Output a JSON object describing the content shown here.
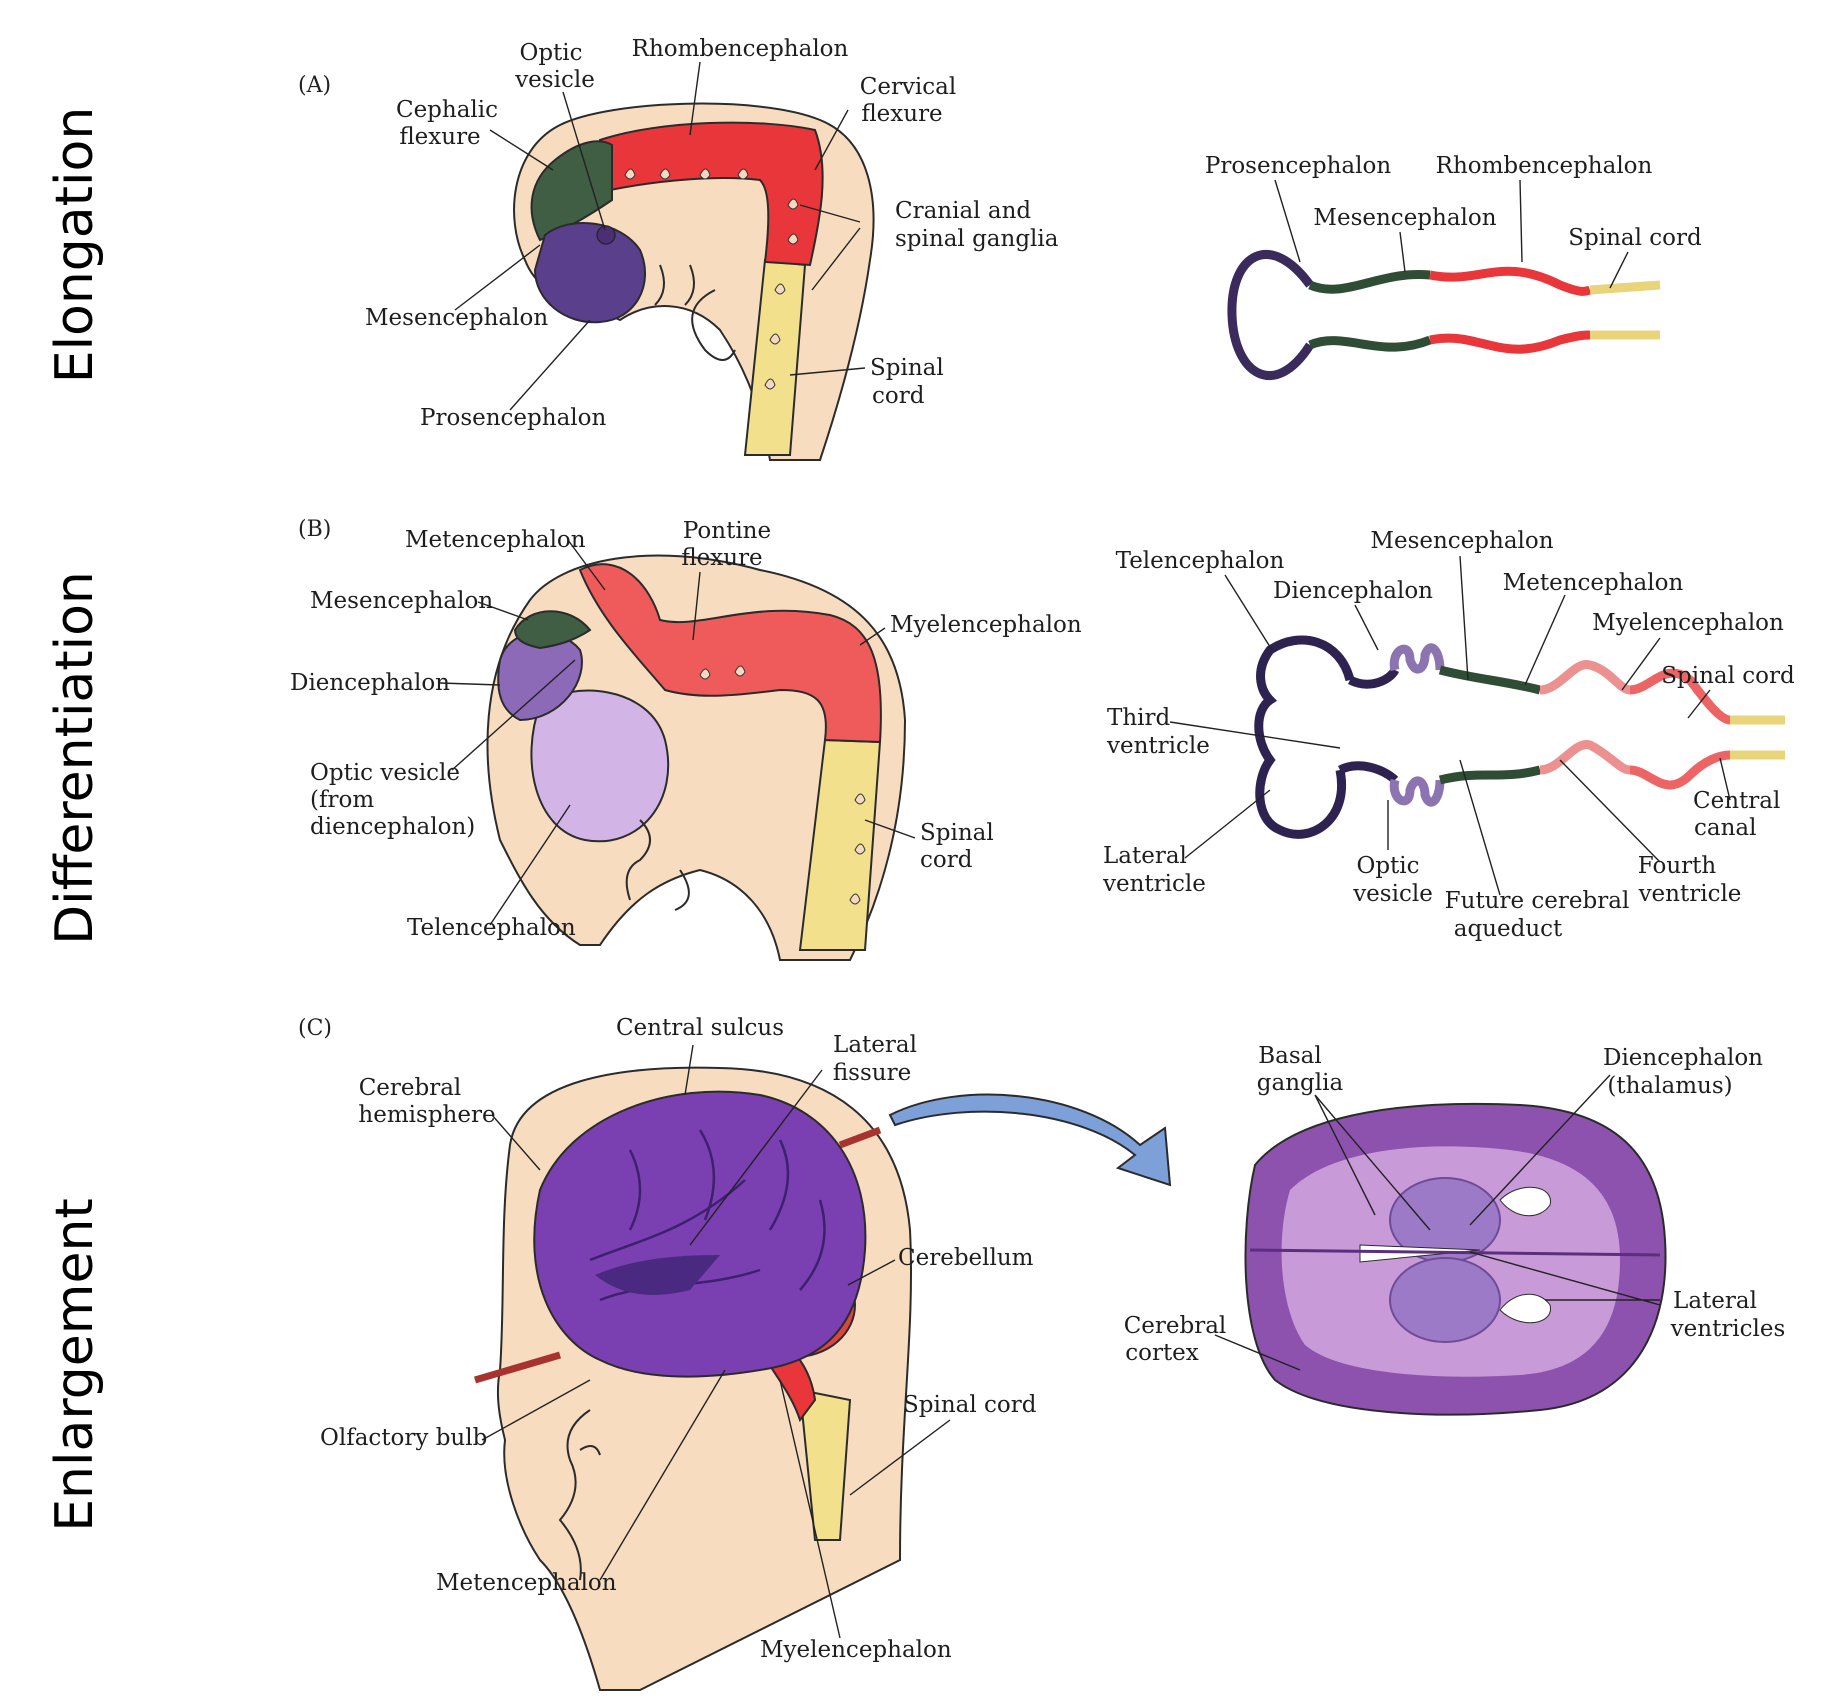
{
  "rows": [
    {
      "label": "Elongation"
    },
    {
      "label": "Differentiation"
    },
    {
      "label": "Enlargement"
    }
  ],
  "panels": {
    "a": {
      "tag": "(A)",
      "labels": {
        "optic_vesicle_1": "Optic",
        "optic_vesicle_2": "vesicle",
        "rhombencephalon": "Rhombencephalon",
        "cephalic_flexure_1": "Cephalic",
        "cephalic_flexure_2": "flexure",
        "cervical_flexure_1": "Cervical",
        "cervical_flexure_2": "flexure",
        "cranial_ganglia_1": "Cranial and",
        "cranial_ganglia_2": "spinal ganglia",
        "mesencephalon": "Mesencephalon",
        "spinal_cord_1": "Spinal",
        "spinal_cord_2": "cord",
        "prosencephalon": "Prosencephalon"
      },
      "schematic": {
        "prosencephalon": "Prosencephalon",
        "rhombencephalon": "Rhombencephalon",
        "mesencephalon": "Mesencephalon",
        "spinal_cord": "Spinal cord"
      }
    },
    "b": {
      "tag": "(B)",
      "labels": {
        "metencephalon": "Metencephalon",
        "pontine_flexure_1": "Pontine",
        "pontine_flexure_2": "flexure",
        "mesencephalon": "Mesencephalon",
        "myelencephalon": "Myelencephalon",
        "diencephalon": "Diencephalon",
        "optic_vesicle_1": "Optic vesicle",
        "optic_vesicle_2": "(from",
        "optic_vesicle_3": "diencephalon)",
        "spinal_cord_1": "Spinal",
        "spinal_cord_2": "cord",
        "telencephalon": "Telencephalon"
      },
      "schematic": {
        "telencephalon": "Telencephalon",
        "mesencephalon": "Mesencephalon",
        "diencephalon": "Diencephalon",
        "metencephalon": "Metencephalon",
        "myelencephalon": "Myelencephalon",
        "spinal_cord": "Spinal cord",
        "third_ventricle_1": "Third",
        "third_ventricle_2": "ventricle",
        "central_canal_1": "Central",
        "central_canal_2": "canal",
        "lateral_ventricle_1": "Lateral",
        "lateral_ventricle_2": "ventricle",
        "optic_vesicle_1": "Optic",
        "optic_vesicle_2": "vesicle",
        "aqueduct_1": "Future cerebral",
        "aqueduct_2": "aqueduct",
        "fourth_ventricle_1": "Fourth",
        "fourth_ventricle_2": "ventricle"
      }
    },
    "c": {
      "tag": "(C)",
      "labels": {
        "central_sulcus": "Central sulcus",
        "lateral_fissure_1": "Lateral",
        "lateral_fissure_2": "fissure",
        "cerebral_hemisphere_1": "Cerebral",
        "cerebral_hemisphere_2": "hemisphere",
        "cerebellum": "Cerebellum",
        "spinal_cord": "Spinal cord",
        "olfactory_bulb": "Olfactory bulb",
        "metencephalon": "Metencephalon",
        "myelencephalon": "Myelencephalon"
      },
      "section": {
        "basal_ganglia_1": "Basal",
        "basal_ganglia_2": "ganglia",
        "diencephalon_1": "Diencephalon",
        "diencephalon_2": "(thalamus)",
        "lateral_ventricles_1": "Lateral",
        "lateral_ventricles_2": "ventricles",
        "cerebral_cortex_1": "Cerebral",
        "cerebral_cortex_2": "cortex"
      }
    }
  },
  "colors": {
    "prosencephalon": "#5a3f8c",
    "mesencephalon": "#3f5e44",
    "rhombencephalon": "#e8363a",
    "spinal_cord": "#f2e08c",
    "telencephalon": "#c6a8dc",
    "skin": "#f7dcc0",
    "brain_purple": "#7a3fb0"
  }
}
